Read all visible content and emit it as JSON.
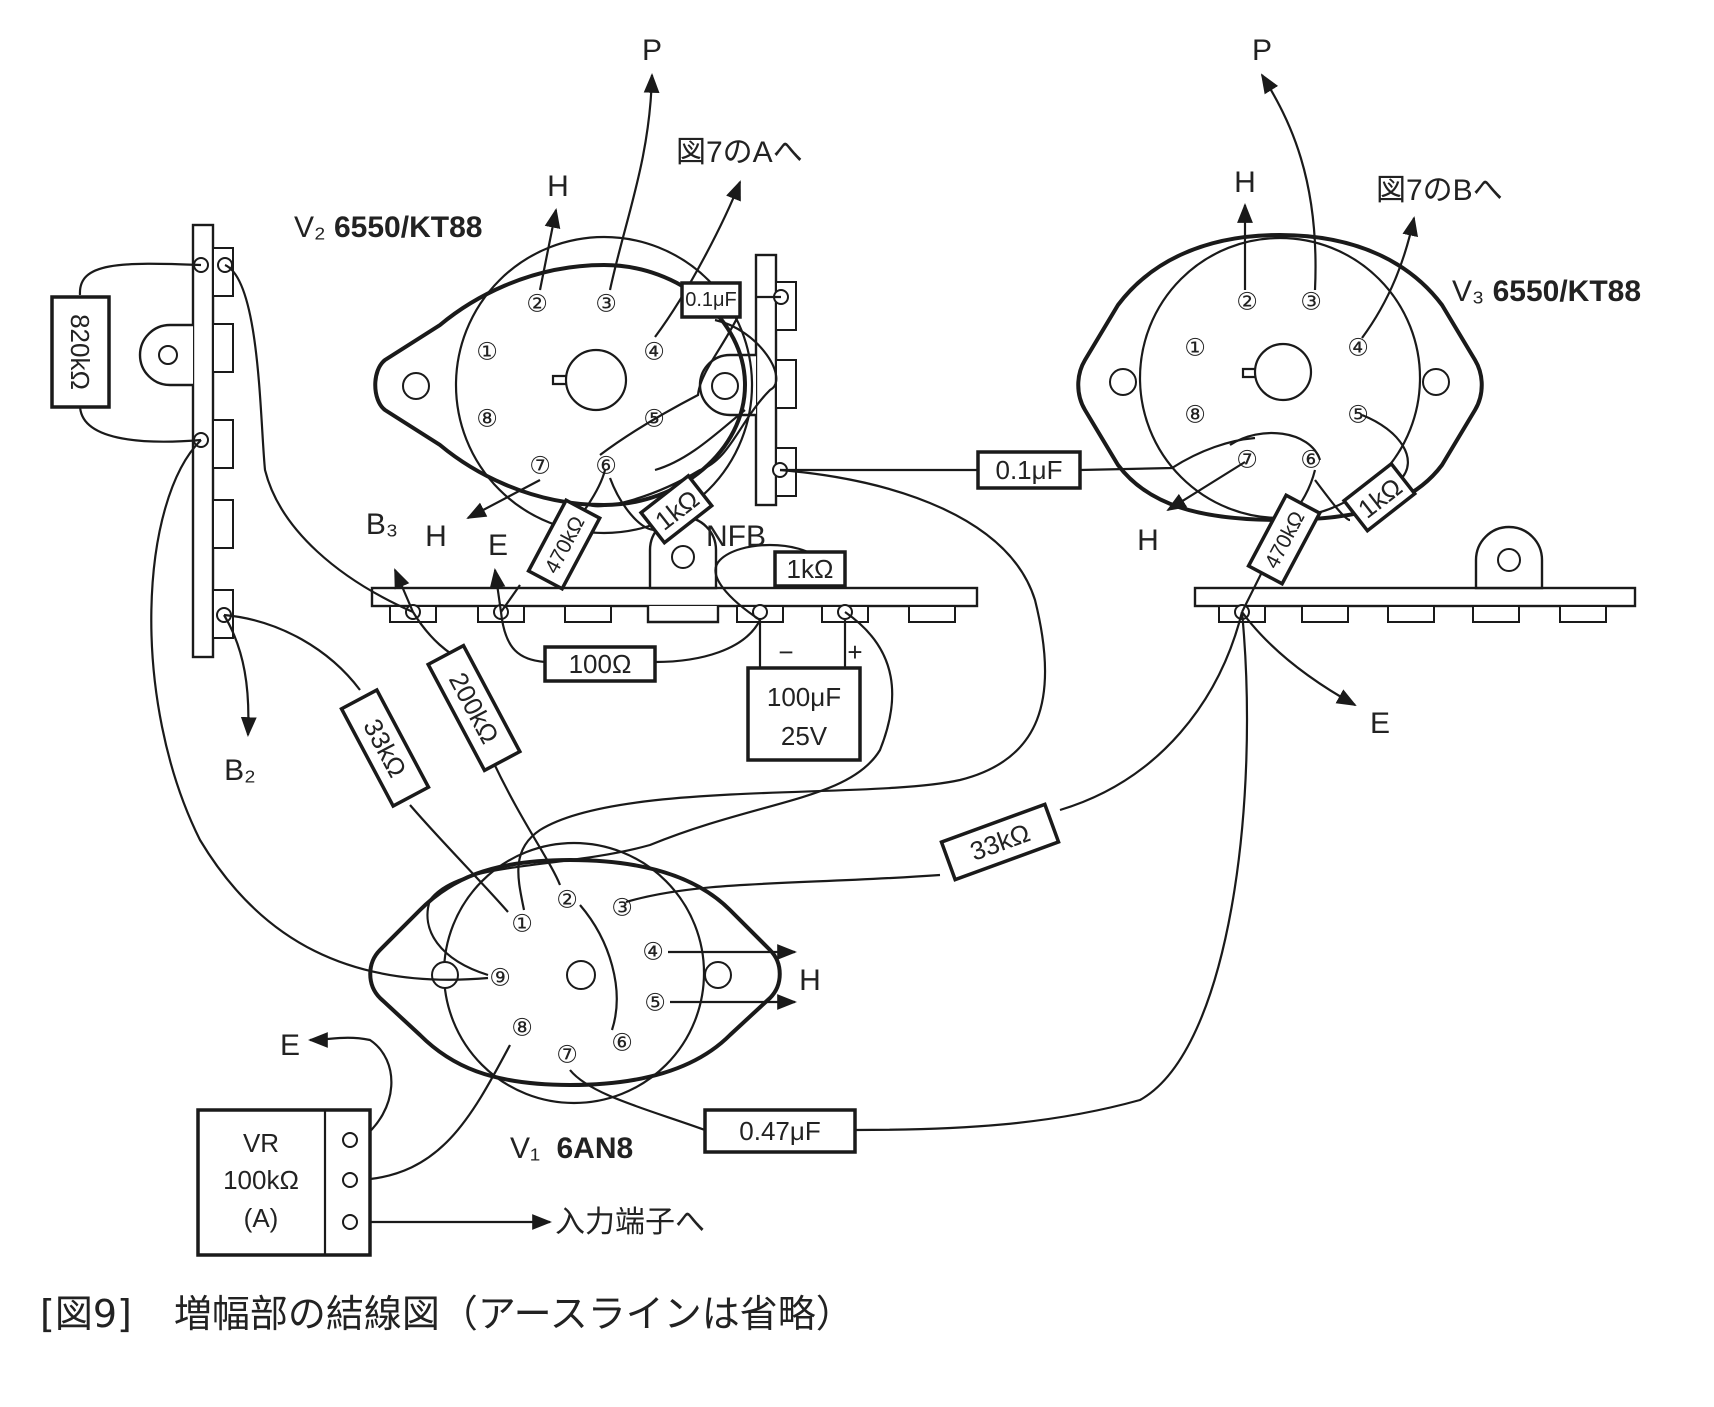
{
  "caption": {
    "figure_no": "[図9]",
    "title": "増幅部の結線図（アースラインは省略）"
  },
  "tubes": {
    "v2": {
      "label": "V₂",
      "type": "6550/KT88",
      "pins": [
        "①",
        "②",
        "③",
        "④",
        "⑤",
        "⑥",
        "⑦",
        "⑧"
      ]
    },
    "v3": {
      "label": "V₃",
      "type": "6550/KT88",
      "pins": [
        "①",
        "②",
        "③",
        "④",
        "⑤",
        "⑥",
        "⑦",
        "⑧"
      ]
    },
    "v1": {
      "label": "V₁",
      "type": "6AN8",
      "pins": [
        "①",
        "②",
        "③",
        "④",
        "⑤",
        "⑥",
        "⑦",
        "⑧",
        "⑨"
      ]
    }
  },
  "components": {
    "r820k": "820kΩ",
    "c01_v2": "0.1μF",
    "c01_v3": "0.1μF",
    "r1k_v2": "1kΩ",
    "r470k_v2": "470kΩ",
    "r1k_nfb": "1kΩ",
    "r1k_v3": "1kΩ",
    "r470k_v3": "470kΩ",
    "r100": "100Ω",
    "cap100u": {
      "line1": "100μF",
      "line2": "25V",
      "minus": "−",
      "plus": "+"
    },
    "r33k_a": "33kΩ",
    "r200k": "200kΩ",
    "r33k_b": "33kΩ",
    "c047": "0.47μF",
    "vr": {
      "line1": "VR",
      "line2": "100kΩ",
      "line3": "(A)"
    }
  },
  "labels": {
    "p_v2": "P",
    "p_v3": "P",
    "h_v2_top": "H",
    "h_v2_bot": "H",
    "h_v3_top": "H",
    "h_v3_bot": "H",
    "h_v1": "H",
    "to_a": "図7のAへ",
    "to_b": "図7のBへ",
    "b3": "B₃",
    "b2": "B₂",
    "e_strip": "E",
    "e_v3": "E",
    "e_vr": "E",
    "nfb": "NFB",
    "to_input": "入力端子へ"
  }
}
